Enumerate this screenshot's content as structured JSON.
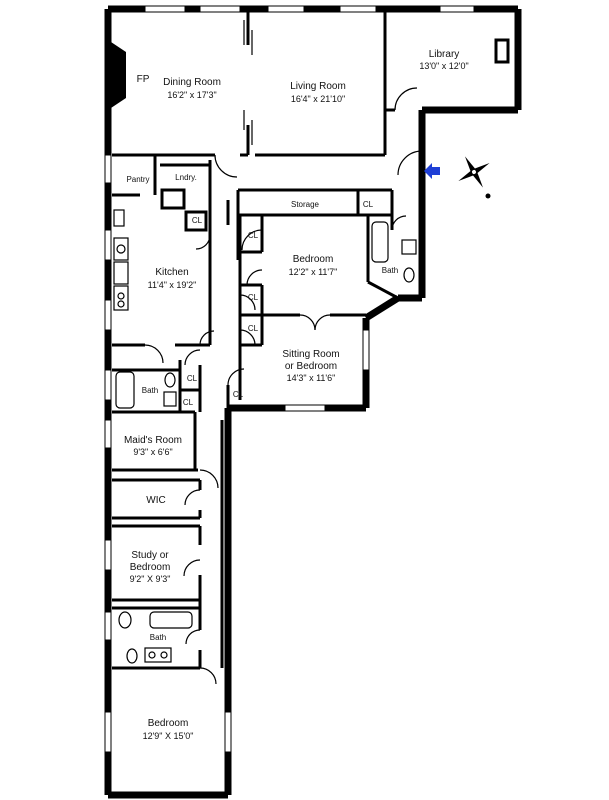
{
  "rooms": {
    "dining": {
      "name": "Dining Room",
      "dims": "16'2\" x 17'3\""
    },
    "living": {
      "name": "Living Room",
      "dims": "16'4\" x 21'10\""
    },
    "library": {
      "name": "Library",
      "dims": "13'0\" x 12'0\""
    },
    "storage": {
      "name": "Storage"
    },
    "pantry": {
      "name": "Pantry"
    },
    "laundry": {
      "name": "Lndry."
    },
    "kitchen": {
      "name": "Kitchen",
      "dims": "11'4\" x 19'2\""
    },
    "bedroom1": {
      "name": "Bedroom",
      "dims": "12'2\" x 11'7\""
    },
    "bath1": {
      "name": "Bath"
    },
    "sitting": {
      "name": "Sitting Room",
      "name2": "or Bedroom",
      "dims": "14'3\" x 11'6\""
    },
    "bath2": {
      "name": "Bath"
    },
    "maids": {
      "name": "Maid's Room",
      "dims": "9'3\" x 6'6\""
    },
    "wic": {
      "name": "WIC"
    },
    "study": {
      "name": "Study or",
      "name2": "Bedroom",
      "dims": "9'2\" X 9'3\""
    },
    "bath3": {
      "name": "Bath"
    },
    "bedroom2": {
      "name": "Bedroom",
      "dims": "12'9\" X 15'0\""
    }
  },
  "labels": {
    "fireplace": "FP",
    "closet": "CL"
  },
  "icons": {
    "entry_arrow": "entry-arrow-icon",
    "compass": "compass-icon"
  },
  "colors": {
    "wall": "#000000",
    "entry_arrow": "#1f3fd6"
  }
}
